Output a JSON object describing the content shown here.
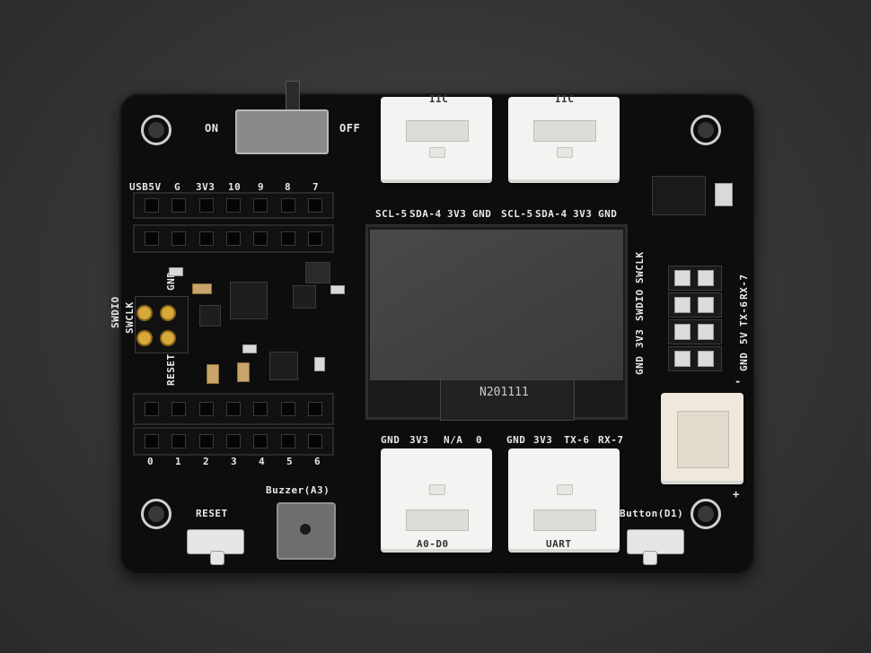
{
  "switch": {
    "on_label": "ON",
    "off_label": "OFF"
  },
  "iic": {
    "left_label": "IIC",
    "right_label": "IIC"
  },
  "top_pins_left": [
    "SCL-5",
    "SDA-4",
    "3V3",
    "GND"
  ],
  "top_pins_right": [
    "SCL-5",
    "SDA-4",
    "3V3",
    "GND"
  ],
  "header_top_labels": [
    "USB5V",
    "G",
    "3V3",
    "10",
    "9",
    "8",
    "7"
  ],
  "header_bottom_labels": [
    "0",
    "1",
    "2",
    "3",
    "4",
    "5",
    "6"
  ],
  "swd_left": {
    "label_a": "SWDIO",
    "label_b": "SWCLK",
    "label_c": "RESET",
    "label_d": "GND"
  },
  "swd_right": {
    "label_a": "GND",
    "label_b": "3V3",
    "label_c": "SWDIO",
    "label_d": "SWCLK"
  },
  "uart_side": {
    "label_a": "RX-7",
    "label_b": "TX-6",
    "label_c": "5V",
    "label_d": "GND"
  },
  "bottom_pins_left": [
    "GND",
    "3V3",
    "N/A",
    "0"
  ],
  "bottom_pins_right": [
    "GND",
    "3V3",
    "TX-6",
    "RX-7"
  ],
  "connector_labels": {
    "left": "A0-D0",
    "right": "UART"
  },
  "flex_text": "N201111",
  "reset_label": "RESET",
  "buzzer_label": "Buzzer(A3)",
  "button_label": "Button(D1)",
  "battery": {
    "minus": "-",
    "plus": "+"
  },
  "colors": {
    "board": "#0d0d0d",
    "silkscreen": "#e8e8e8",
    "connector": "#f3f3f1",
    "background": "#3a3a3a"
  }
}
